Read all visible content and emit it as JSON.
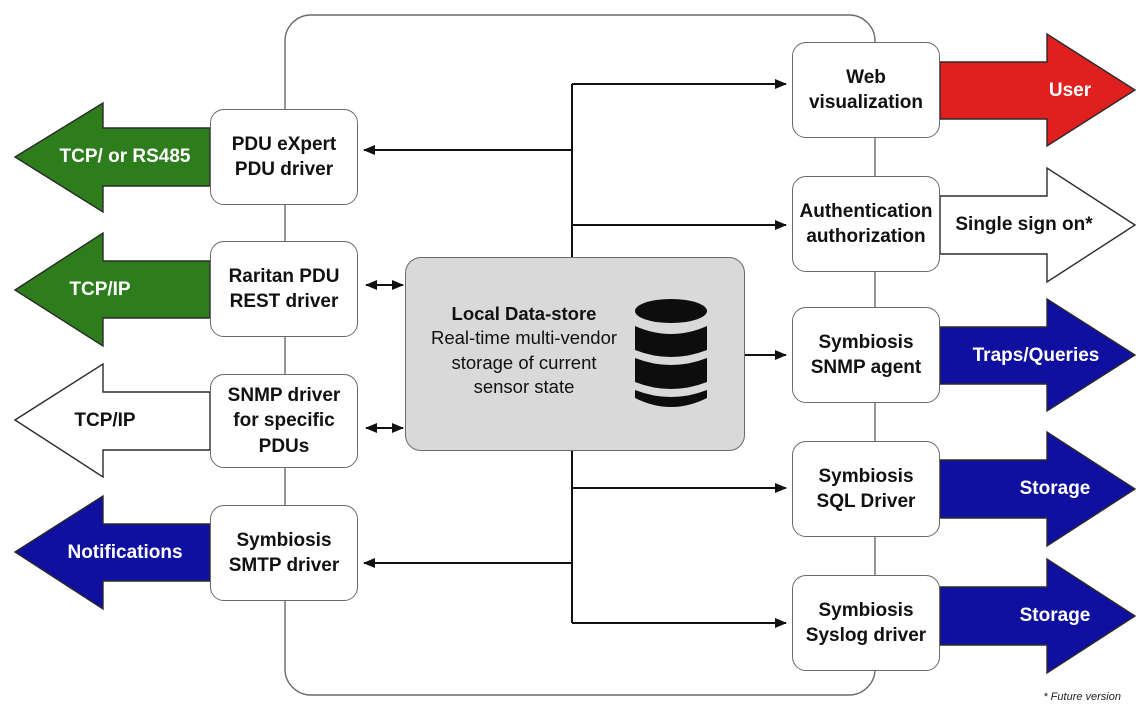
{
  "colors": {
    "green": "#2e7d1c",
    "red": "#e01f1f",
    "blue": "#1010a0",
    "white": "#ffffff",
    "datastore_fill": "#d9d9d9",
    "outline": "#6a6a6a"
  },
  "datastore": {
    "title": "Local Data-store",
    "line1": "Real-time multi-vendor",
    "line2": "storage of current",
    "line3": "sensor state",
    "icon": "database-icon"
  },
  "drivers": [
    {
      "label": "PDU eXpert\nPDU driver"
    },
    {
      "label": "Raritan PDU\nREST driver"
    },
    {
      "label": "SNMP driver\nfor specific\nPDUs"
    },
    {
      "label": "Symbiosis\nSMTP driver"
    }
  ],
  "services": [
    {
      "label": "Web\nvisualization"
    },
    {
      "label": "Authentication\nauthorization"
    },
    {
      "label": "Symbiosis\nSNMP agent"
    },
    {
      "label": "Symbiosis\nSQL Driver"
    },
    {
      "label": "Symbiosis\nSyslog driver"
    }
  ],
  "left_arrows": [
    {
      "label": "TCP/ or RS485",
      "color": "green"
    },
    {
      "label": "TCP/IP",
      "color": "green"
    },
    {
      "label": "TCP/IP",
      "color": "white"
    },
    {
      "label": "Notifications",
      "color": "blue"
    }
  ],
  "right_arrows": [
    {
      "label": "User",
      "color": "red"
    },
    {
      "label": "Single sign on*",
      "color": "white"
    },
    {
      "label": "Traps/Queries",
      "color": "blue"
    },
    {
      "label": "Storage",
      "color": "blue"
    },
    {
      "label": "Storage",
      "color": "blue"
    }
  ],
  "footnote": "* Future version"
}
